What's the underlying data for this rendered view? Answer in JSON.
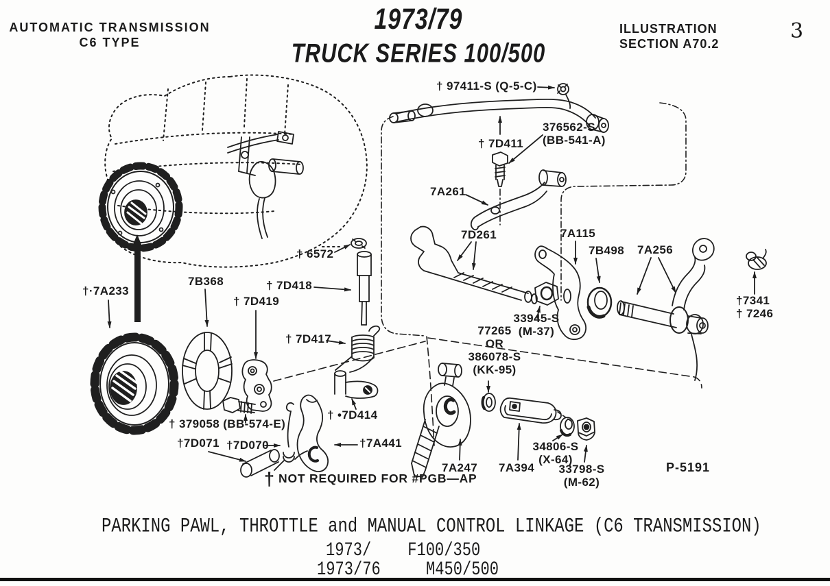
{
  "header": {
    "left_line1": "AUTOMATIC TRANSMISSION",
    "left_line2": "C6 TYPE",
    "center_line1": "1973/79",
    "center_line2": "TRUCK SERIES 100/500",
    "right_line1": "ILLUSTRATION",
    "right_line2": "SECTION A70.2",
    "page_number": "3"
  },
  "diagram": {
    "plate_number": "P-5191",
    "footnote": {
      "dagger": "†",
      "text": "NOT REQUIRED FOR #PGB—AP"
    },
    "labels": [
      {
        "id": "97411-S",
        "text": "† 97411-S (Q-5-C)"
      },
      {
        "id": "7D411",
        "text": "† 7D411"
      },
      {
        "id": "376562-S",
        "text": "376562-S\n(BB-541-A)"
      },
      {
        "id": "7A261",
        "text": "7A261"
      },
      {
        "id": "7D261",
        "text": "7D261"
      },
      {
        "id": "7A115",
        "text": "7A115"
      },
      {
        "id": "7B498",
        "text": "7B498"
      },
      {
        "id": "7A256",
        "text": "7A256"
      },
      {
        "id": "6572",
        "text": "† 6572"
      },
      {
        "id": "7A233",
        "text": "†·7A233"
      },
      {
        "id": "7B368",
        "text": "7B368"
      },
      {
        "id": "7D418",
        "text": "† 7D418"
      },
      {
        "id": "7D419",
        "text": "† 7D419"
      },
      {
        "id": "7D417",
        "text": "† 7D417"
      },
      {
        "id": "33945-S",
        "text": "33945-S\n(M-37)"
      },
      {
        "id": "77265",
        "text": "77265\nOR\n386078-S\n(KK-95)"
      },
      {
        "id": "7341-7246",
        "text": "†7341\n† 7246"
      },
      {
        "id": "379058",
        "text": "† 379058 (BB-574-E)"
      },
      {
        "id": "7D071",
        "text": "†7D071"
      },
      {
        "id": "7D070",
        "text": "†7D070"
      },
      {
        "id": "7D414",
        "text": "† •7D414"
      },
      {
        "id": "7A441",
        "text": "†7A441"
      },
      {
        "id": "7A247",
        "text": "7A247"
      },
      {
        "id": "7A394",
        "text": "7A394"
      },
      {
        "id": "34806-S",
        "text": "34806-S\n(X-64)"
      },
      {
        "id": "33798-S",
        "text": "33798-S\n(M-62)"
      }
    ]
  },
  "caption": {
    "title": "PARKING PAWL, THROTTLE and MANUAL CONTROL LINKAGE (C6 TRANSMISSION)",
    "line2": "1973/    F100/350",
    "line3": "1973/76     M450/500"
  },
  "colors": {
    "ink": "#1f1f1f",
    "paper": "#fdfdfc"
  }
}
